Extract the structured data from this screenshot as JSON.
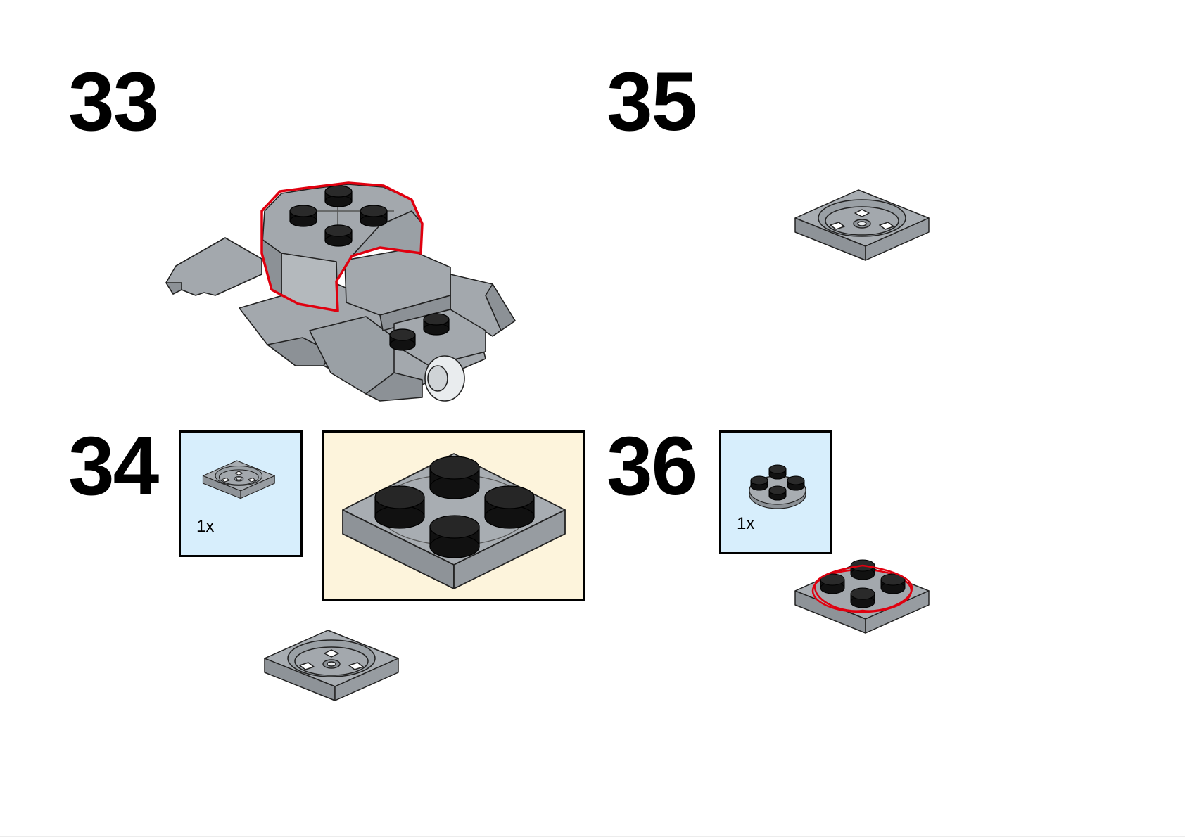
{
  "steps": [
    {
      "id": "33",
      "number": "33"
    },
    {
      "id": "34",
      "number": "34",
      "parts": [
        {
          "quantity": "1x",
          "part": "turntable-2x2-base"
        }
      ]
    },
    {
      "id": "35",
      "number": "35"
    },
    {
      "id": "36",
      "number": "36",
      "parts": [
        {
          "quantity": "1x",
          "part": "round-plate-2x2-top"
        }
      ]
    }
  ],
  "colors": {
    "brick_gray": "#a3a8ad",
    "brick_side": "#8c9196",
    "stud_black": "#1b1b1b",
    "highlight_red": "#e0000f",
    "parts_box_bg": "#d7eefc",
    "callout_bg": "#fdf4dc"
  }
}
